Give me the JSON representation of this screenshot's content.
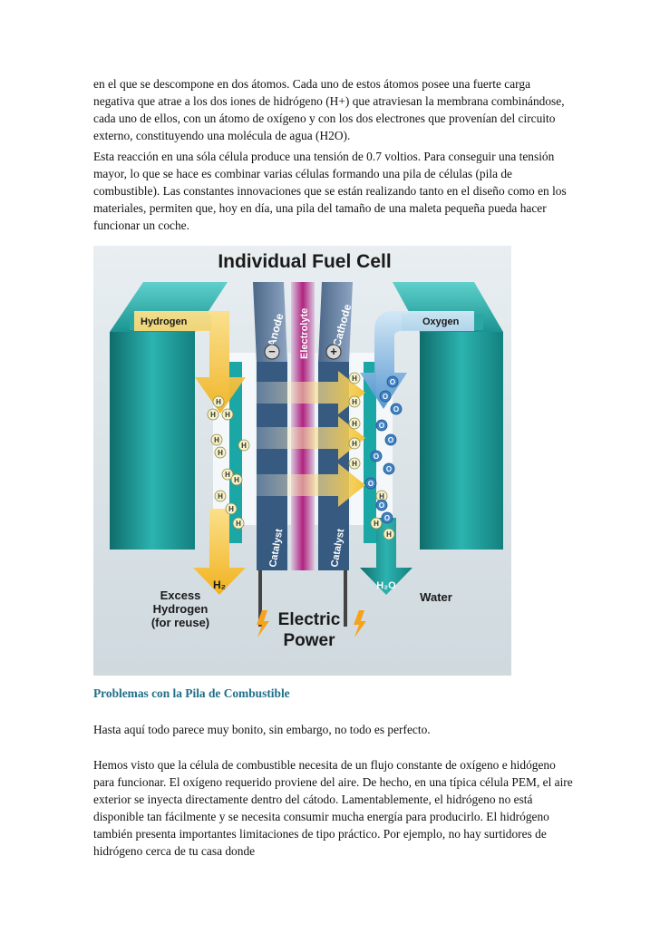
{
  "paragraphs": {
    "p1": "en el que se descompone en dos átomos. Cada uno de estos átomos posee una fuerte carga negativa que atrae a los dos iones de hidrógeno (H+) que atraviesan la membrana combinándose, cada uno de ellos, con un átomo de oxígeno y con los dos electrones que provenían del circuito externo, constituyendo una molécula de agua (H2O).",
    "p2": "Esta reacción en una sóla célula produce una tensión de 0.7 voltios. Para conseguir una tensión mayor, lo que se hace es combinar varias células formando una pila de células (pila de combustible). Las constantes innovaciones que se están realizando tanto en el diseño como en los materiales, permiten que, hoy en día, una pila del tamaño de una maleta pequeña pueda hacer funcionar un coche.",
    "p3": "Hasta aquí todo parece muy bonito, sin embargo, no todo es perfecto.",
    "p4": "Hemos visto que la célula de combustible necesita de un flujo constante de oxígeno e hidógeno para funcionar. El oxígeno requerido proviene del aire. De hecho, en una típica célula PEM, el aire exterior se inyecta directamente dentro del cátodo. Lamentablemente, el hidrógeno no está disponible tan fácilmente y se necesita consumir mucha energía para producirlo. El hidrógeno también presenta importantes limitaciones de tipo práctico. Por ejemplo, no hay surtidores de hidrógeno cerca de tu casa donde"
  },
  "section_heading": "Problemas con la Pila de Combustible",
  "figure": {
    "title": "Individual Fuel Cell",
    "hydrogen": "Hydrogen",
    "oxygen": "Oxygen",
    "anode": "Anode",
    "electrolyte": "Electrolyte",
    "cathode": "Cathode",
    "catalyst_left": "Catalyst",
    "catalyst_right": "Catalyst",
    "h2": "H₂",
    "h2o": "H₂O",
    "excess_1": "Excess",
    "excess_2": "Hydrogen",
    "excess_3": "(for reuse)",
    "water": "Water",
    "power_1": "Electric",
    "power_2": "Power",
    "minus": "−",
    "plus": "+",
    "h_atom": "H",
    "o_atom": "O"
  },
  "colors": {
    "heading": "#1f6f88",
    "teal": "#1e9ea0",
    "teal_dark": "#12706f",
    "anode": "#6f86a8",
    "electrolyte": "#b0237f",
    "arrow_yellow": "#f2c02e",
    "oxygen_blue": "#3f82c4"
  }
}
